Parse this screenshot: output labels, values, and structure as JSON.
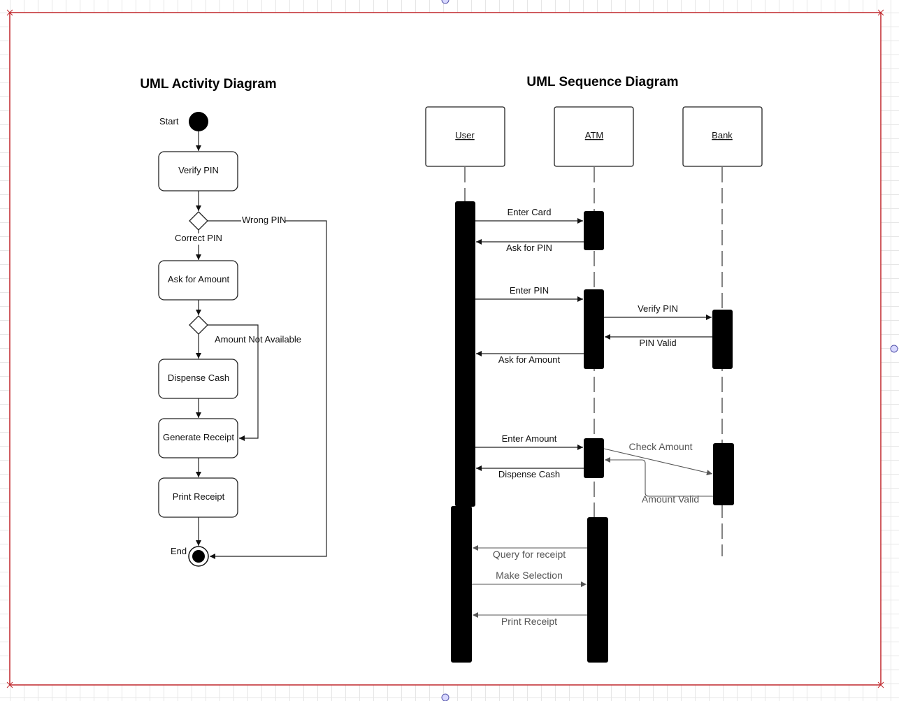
{
  "activity": {
    "title": "UML Activity Diagram",
    "start_label": "Start",
    "end_label": "End",
    "verify_pin": "Verify PIN",
    "wrong_pin": "Wrong PIN",
    "correct_pin": "Correct PIN",
    "ask_amount": "Ask for Amount",
    "amount_not_available": "Amount Not Available",
    "dispense_cash": "Dispense Cash",
    "generate_receipt": "Generate Receipt",
    "print_receipt": "Print Receipt"
  },
  "sequence": {
    "title": "UML Sequence  Diagram",
    "lifelines": {
      "user": "User",
      "atm": "ATM",
      "bank": "Bank"
    },
    "messages": {
      "enter_card": "Enter Card",
      "ask_pin": "Ask for PIN",
      "enter_pin": "Enter PIN",
      "verify_pin": "Verify PIN",
      "pin_valid": "PIN Valid",
      "ask_amount": "Ask for Amount",
      "enter_amount": "Enter Amount",
      "check_amount": "Check Amount",
      "dispense_cash": "Dispense Cash",
      "amount_valid": "Amount Valid",
      "query_receipt": "Query for receipt",
      "make_selection": "Make Selection",
      "print_receipt": "Print Receipt"
    }
  },
  "colors": {
    "frame": "#c0262b",
    "ink": "#000000",
    "grid": "#e6e6e6"
  }
}
